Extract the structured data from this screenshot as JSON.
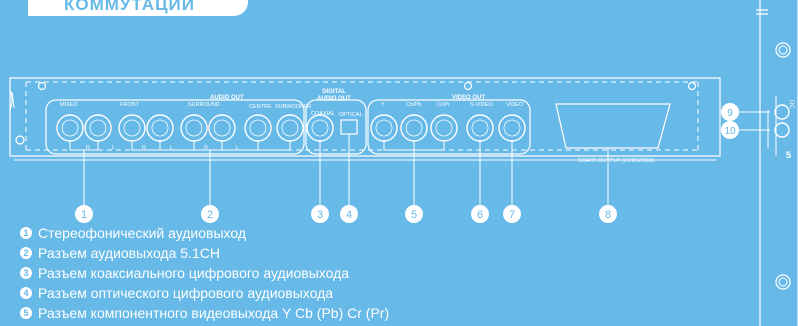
{
  "header": {
    "title": "КОММУТАЦИИ"
  },
  "panel": {
    "groups": {
      "audio_out": "AUDIO OUT",
      "digital_audio_out": "DIGITAL\nAUDIO OUT",
      "video_out": "VIDEO OUT"
    },
    "jack_labels": {
      "mixed": "MIXED",
      "front": "FRONT",
      "surround": "SURROUND",
      "centre": "CENTRE",
      "subwoofer": "SUBWOOFER",
      "coaxial": "COAXIAL",
      "optical": "OPTICAL",
      "y": "Y",
      "cb_pb": "Cb/Pb",
      "cr_pr": "Cr/Pr",
      "s_video": "S-VIDEO",
      "video": "VIDEO",
      "scart": "SCART OUTPUT (CVBS/RGB)"
    },
    "channel_letters": {
      "left": "L",
      "right": "R"
    },
    "callouts": [
      "1",
      "2",
      "3",
      "4",
      "5",
      "6",
      "7",
      "8"
    ]
  },
  "side_panel": {
    "callouts": [
      "9",
      "10"
    ],
    "label_top": "DC",
    "label_bottom": "5"
  },
  "legend": [
    {
      "num": "1",
      "text": "Стереофонический аудиовыход"
    },
    {
      "num": "2",
      "text": "Разъем аудиовыхода 5.1CH"
    },
    {
      "num": "3",
      "text": "Разъем коаксиального цифрового аудиовыхода"
    },
    {
      "num": "4",
      "text": "Разъем оптического цифрового аудиовыхода"
    },
    {
      "num": "5",
      "text": "Разъем компонентного видеовыхода Y Cb (Pb) Cr (Pr)"
    }
  ],
  "colors": {
    "background": "#67b9e8",
    "foreground": "#ffffff"
  }
}
